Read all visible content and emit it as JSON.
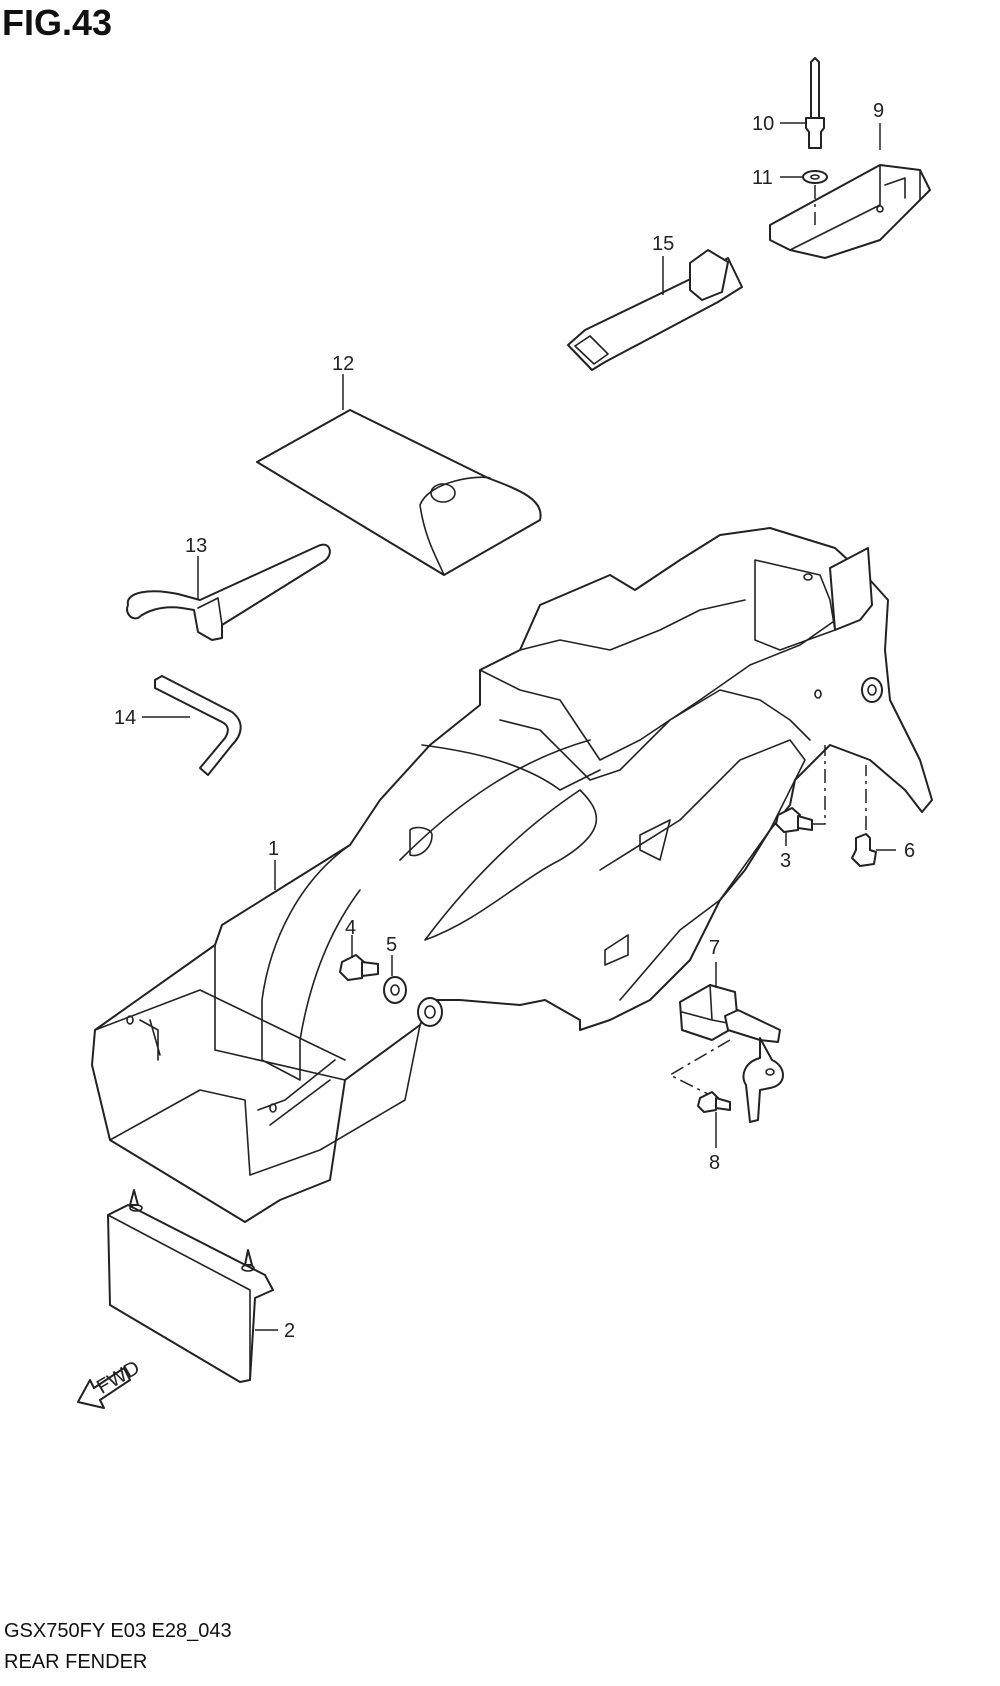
{
  "figure": {
    "title": "FIG.43",
    "model_code": "GSX750FY E03 E28_043",
    "section_name": "REAR FENDER"
  },
  "callouts": [
    "1",
    "2",
    "3",
    "4",
    "5",
    "6",
    "7",
    "8",
    "9",
    "10",
    "11",
    "12",
    "13",
    "14",
    "15"
  ],
  "fwd_arrow": {
    "label": "FWD"
  }
}
